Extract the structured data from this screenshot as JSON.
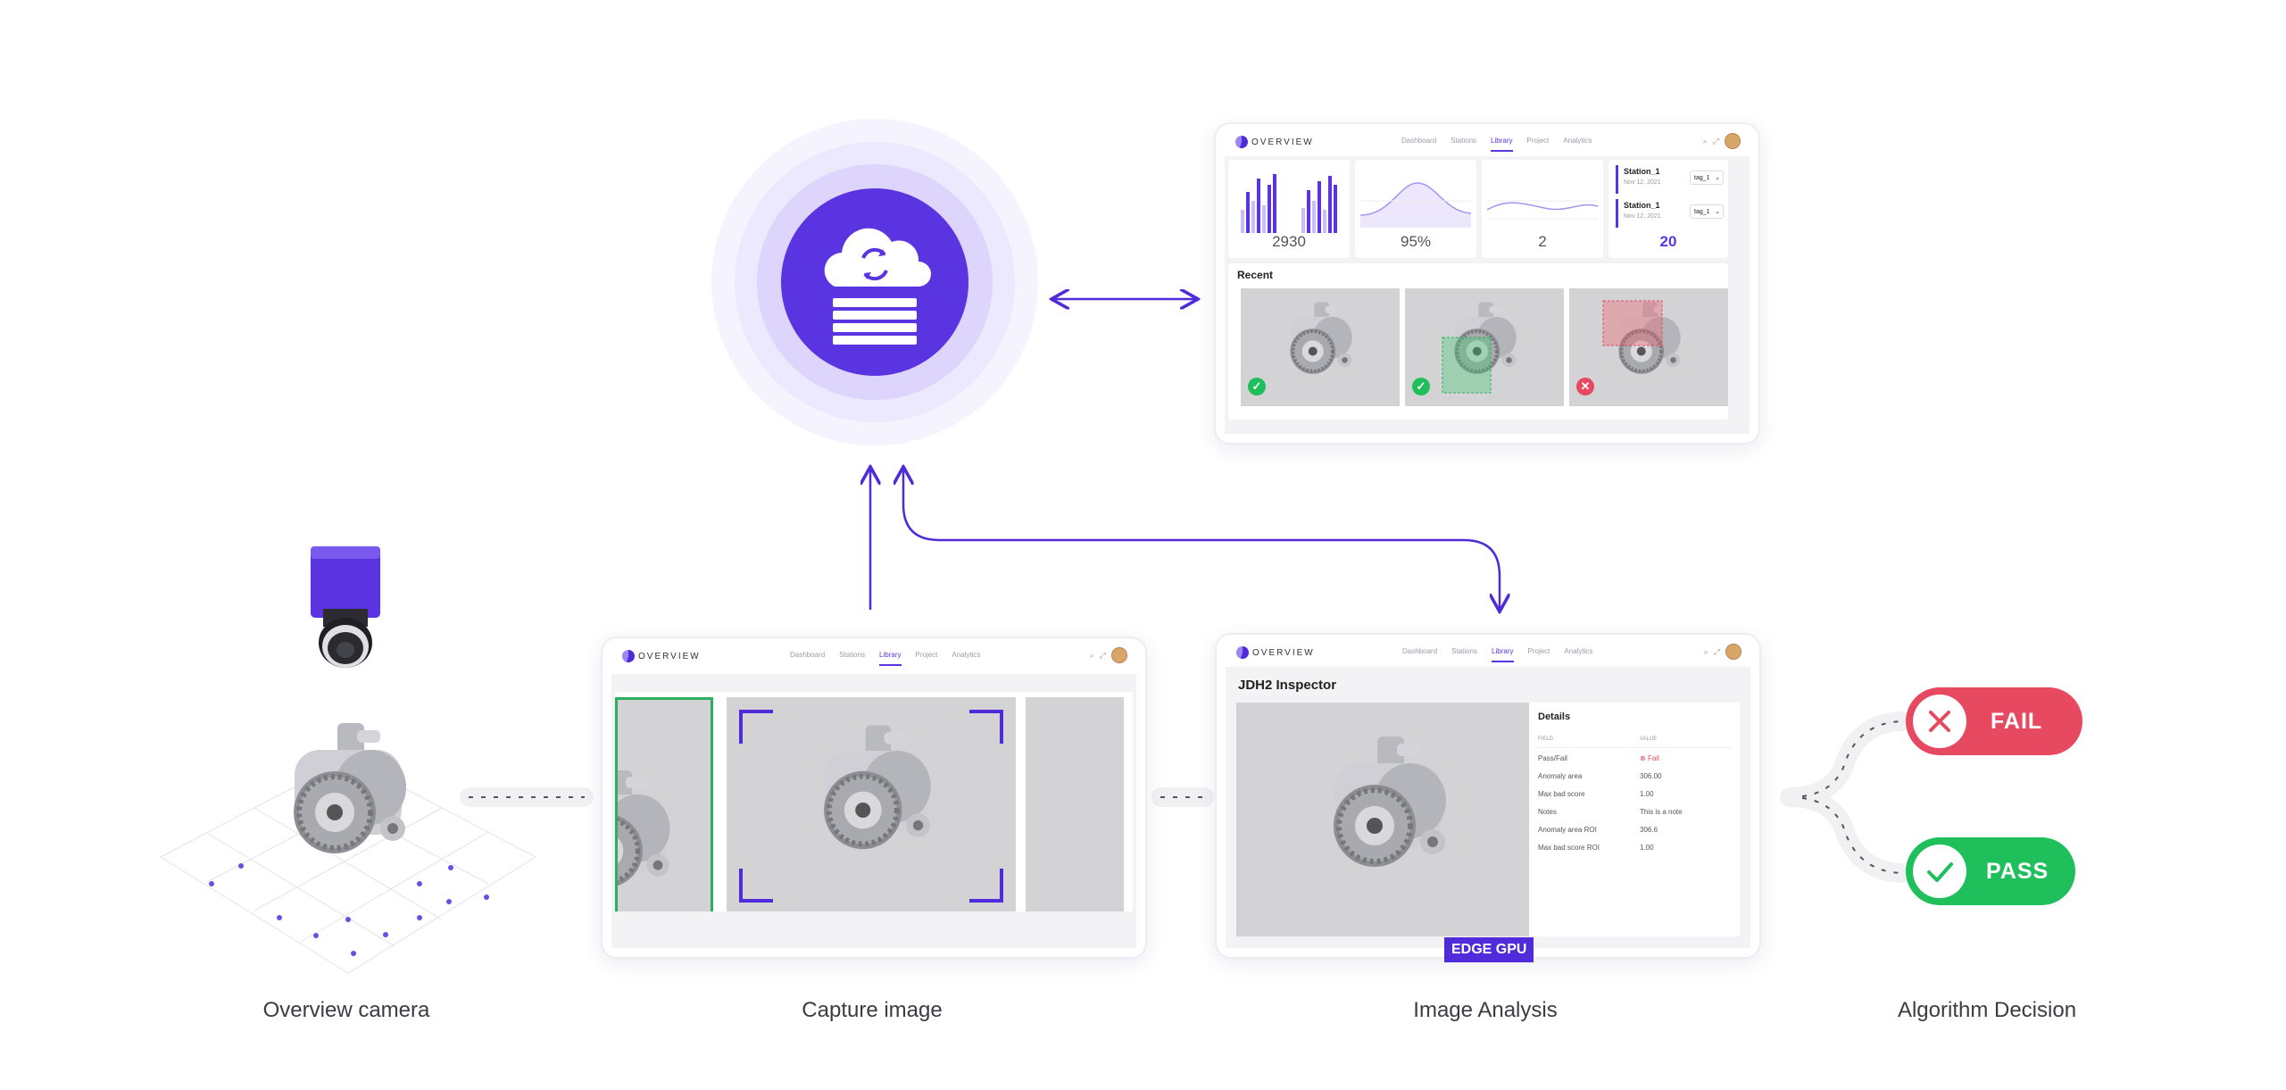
{
  "captions": {
    "overview_camera": "Overview camera",
    "capture_image": "Capture image",
    "image_analysis": "Image Analysis",
    "algorithm_decision": "Algorithm Decision"
  },
  "app_header": {
    "logo_text": "OVERVIEW",
    "nav": [
      "Dashboard",
      "Stations",
      "Library",
      "Project",
      "Analytics"
    ],
    "active_nav": "Library"
  },
  "dashboard": {
    "stats": [
      "2930",
      "95%",
      "2",
      "20"
    ],
    "stations": [
      {
        "name": "Station_1",
        "date": "Nov 12, 2021",
        "tag": "tag_1"
      },
      {
        "name": "Station_1",
        "date": "Nov 12, 2021",
        "tag": "tag_1"
      }
    ],
    "recent_title": "Recent",
    "recent_results": [
      "pass",
      "pass",
      "fail"
    ]
  },
  "inspector": {
    "title": "JDH2 Inspector",
    "details_title": "Details",
    "col_field": "FIELD",
    "col_value": "VALUE",
    "rows": [
      {
        "field": "Pass/Fail",
        "value": "Fail"
      },
      {
        "field": "Anomaly area",
        "value": "306.00"
      },
      {
        "field": "Max bad score",
        "value": "1.00"
      },
      {
        "field": "Notes",
        "value": "This is a note"
      },
      {
        "field": "Anomaly area ROI",
        "value": "306.6"
      },
      {
        "field": "Max bad score ROI",
        "value": "1.00"
      }
    ],
    "edge_label": "EDGE GPU"
  },
  "decisions": {
    "fail_label": "FAIL",
    "pass_label": "PASS"
  },
  "colors": {
    "accent": "#5b34e2",
    "accent_dark": "#4f2bd9",
    "pass": "#1fbf5c",
    "fail": "#e74a60"
  },
  "icons": [
    "cloud-sync-icon",
    "server-stack-icon",
    "camera-icon",
    "check-icon",
    "cross-icon"
  ]
}
